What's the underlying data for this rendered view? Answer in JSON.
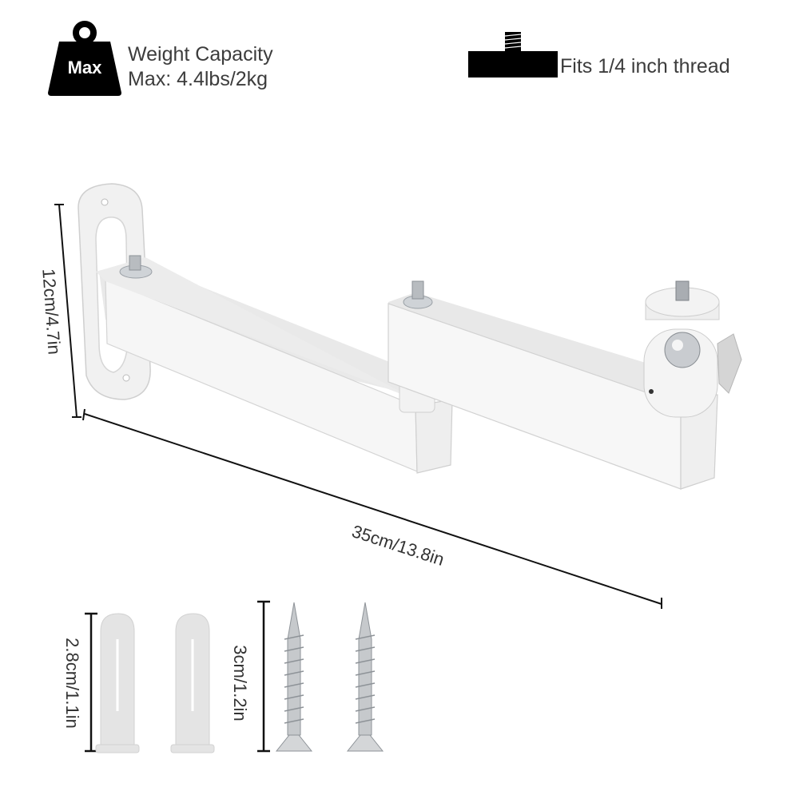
{
  "weight_spec": {
    "icon": "weight-icon",
    "icon_label": "Max",
    "title": "Weight Capacity",
    "value": "Max: 4.4lbs/2kg"
  },
  "thread_spec": {
    "icon": "screw-thread-icon",
    "text": "Fits 1/4 inch thread"
  },
  "product": {
    "name": "wall-mount-swing-arm-bracket",
    "height_label": "12cm/4.7in",
    "length_label": "35cm/13.8in",
    "colors": {
      "body": "#f4f4f4",
      "shadow": "#dcdcdc",
      "edge": "#c8c8c8",
      "metal": "#b0b4b8"
    }
  },
  "accessories": {
    "anchor_label": "2.8cm/1.1in",
    "screw_label": "3cm/1.2in",
    "anchor_count": 2,
    "screw_count": 2
  }
}
